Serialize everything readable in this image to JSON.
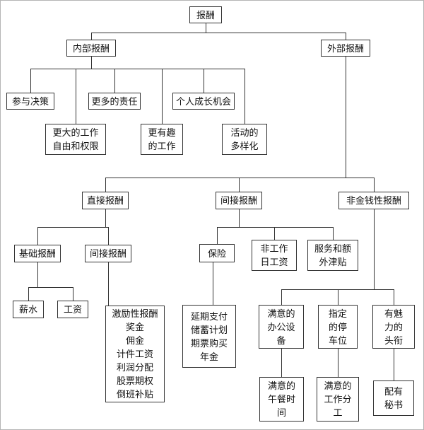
{
  "nodes": {
    "root": {
      "label": "报酬"
    },
    "internal": {
      "label": "内部报酬"
    },
    "external": {
      "label": "外部报酬"
    },
    "participate": {
      "label": "参与决策"
    },
    "responsibility": {
      "label": "更多的责任"
    },
    "growth": {
      "label": "个人成长机会"
    },
    "freedom": {
      "label": "更大的工作\n自由和权限"
    },
    "interesting": {
      "label": "更有趣\n的工作"
    },
    "variety": {
      "label": "活动的\n多样化"
    },
    "direct": {
      "label": "直接报酬"
    },
    "indirect": {
      "label": "间接报酬"
    },
    "nonmonetary": {
      "label": "非金钱性报酬"
    },
    "base": {
      "label": "基础报酬"
    },
    "direct_sub": {
      "label": "间接报酬"
    },
    "salary": {
      "label": "薪水"
    },
    "wage": {
      "label": "工资"
    },
    "incentive": {
      "label": "激励性报酬\n奖金\n佣金\n计件工资\n利润分配\n股票期权\n倒班补贴"
    },
    "deferred": {
      "label": "延期支付\n储蓄计划\n期票购买\n年金"
    },
    "insurance": {
      "label": "保险"
    },
    "nonworkday": {
      "label": "非工作\n日工资"
    },
    "services": {
      "label": "服务和额\n外津贴"
    },
    "office": {
      "label": "满意的\n办公设\n备"
    },
    "parking": {
      "label": "指定\n的停\n车位"
    },
    "attractive_title": {
      "label": "有魅\n力的\n头衔"
    },
    "lunch": {
      "label": "满意的\n午餐时\n间"
    },
    "division": {
      "label": "满意的\n工作分\n工"
    },
    "secretary": {
      "label": "配有\n秘书"
    }
  },
  "colors": {
    "line": "#333333",
    "border": "#333333",
    "background": "#ffffff",
    "text": "#111111"
  }
}
